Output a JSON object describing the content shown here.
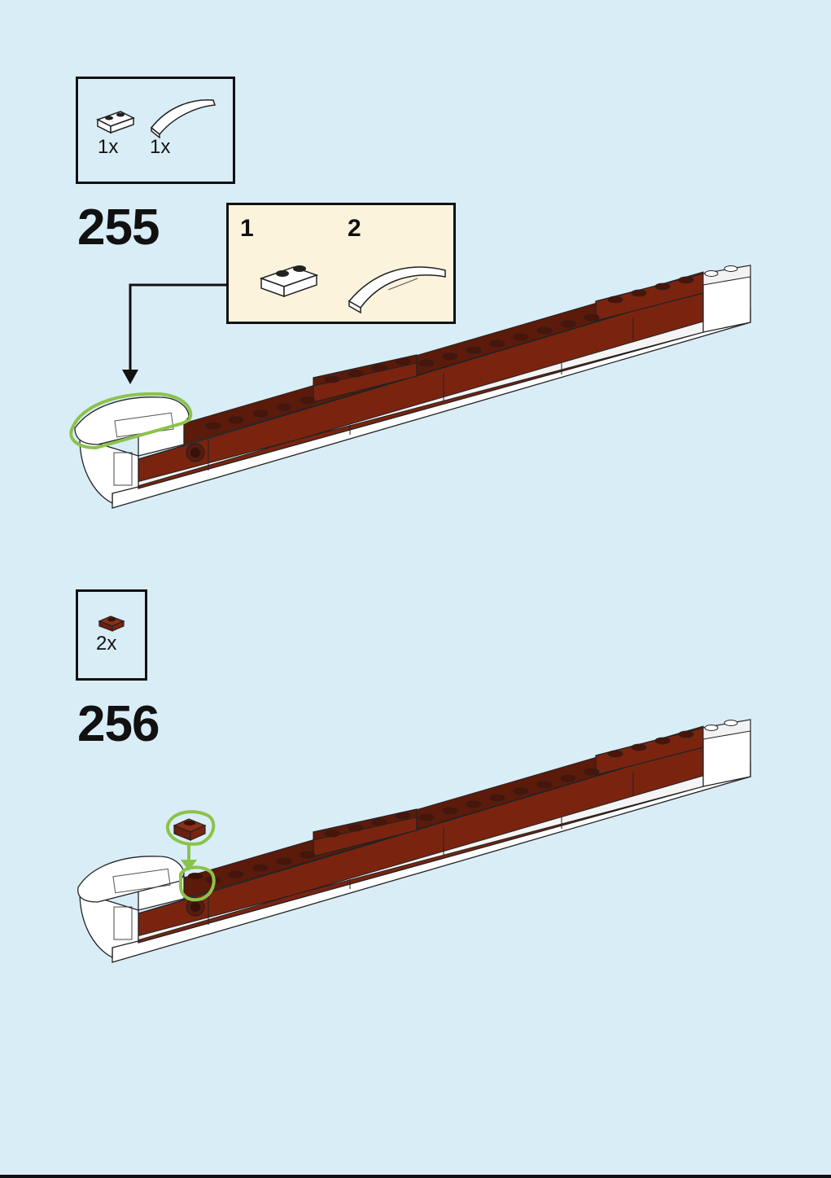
{
  "colors": {
    "background": "#d9edf7",
    "reddish_brown": "#7a2410",
    "white_part": "#ffffff",
    "highlight_green": "#8bc34a",
    "callout_bg": "#fbf3dc"
  },
  "steps": [
    {
      "number": "255",
      "parts": [
        {
          "icon": "white-plate-1x2-icon",
          "qty": "1x"
        },
        {
          "icon": "white-curved-slope-icon",
          "qty": "1x"
        }
      ],
      "callout": {
        "substeps": [
          {
            "number": "1",
            "icon": "white-plate-1x2-icon"
          },
          {
            "number": "2",
            "icon": "white-curved-slope-icon"
          }
        ]
      }
    },
    {
      "number": "256",
      "parts": [
        {
          "icon": "reddish-brown-plate-1x1-icon",
          "qty": "2x"
        }
      ]
    }
  ]
}
